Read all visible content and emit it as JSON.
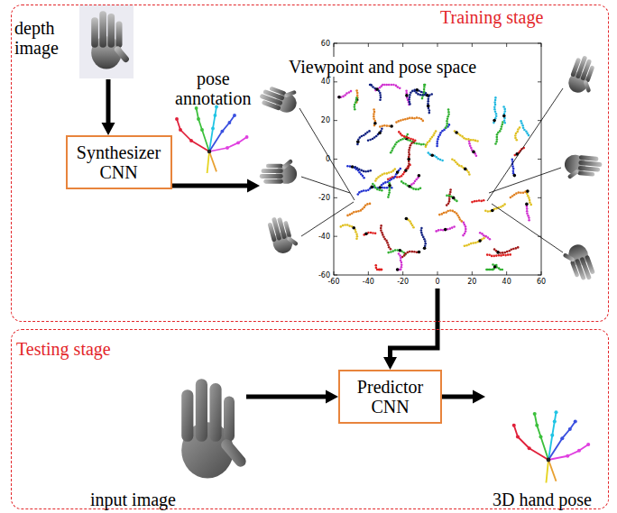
{
  "diagram": {
    "nodes": [
      {
        "text": [
          "Training stage"
        ]
      },
      {
        "text": [
          "depth image"
        ],
        "in": 0
      },
      {
        "text": [
          "Synthesizer CNN"
        ],
        "in": 0
      },
      {
        "text": [
          "Viewpoint and pose space"
        ],
        "in": 0
      },
      {
        "text": [
          "Testing stage"
        ]
      },
      {
        "text": [
          "input image"
        ],
        "in": 4
      },
      {
        "text": [
          "Predictor CNN"
        ],
        "in": 4
      },
      {
        "text": [
          "3D hand pose"
        ],
        "in": 4
      }
    ],
    "edges": [
      {
        "from": 1,
        "to": 2,
        "arrow": "to"
      },
      {
        "from": 2,
        "to": 3,
        "arrow": "to"
      },
      {
        "from": 3,
        "to": 6,
        "arrow": "to"
      },
      {
        "from": 5,
        "to": 6,
        "arrow": "to"
      },
      {
        "from": 6,
        "to": 7,
        "arrow": "to"
      }
    ],
    "labels": [
      "pose annotation",
      "60",
      "40",
      "20",
      "0",
      "-20",
      "-40",
      "-60",
      "-60",
      "-40",
      "-20",
      "0",
      "20",
      "40",
      "60"
    ]
  }
}
